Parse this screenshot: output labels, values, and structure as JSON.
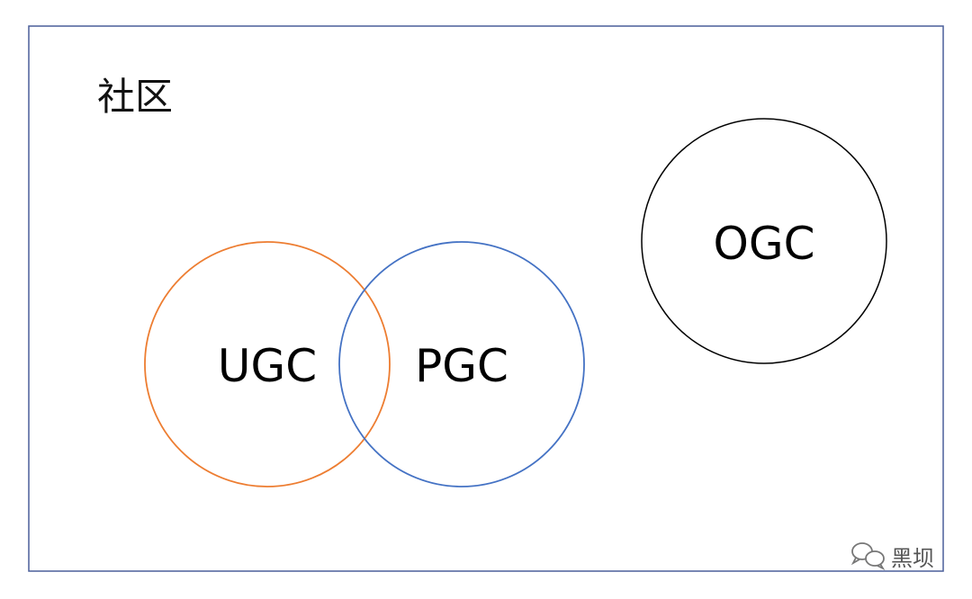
{
  "frame": {
    "label": "社区",
    "border_color": "#4a5f9a"
  },
  "circles": [
    {
      "key": "ugc",
      "label": "UGC",
      "color": "#ed7d31"
    },
    {
      "key": "pgc",
      "label": "PGC",
      "color": "#4472c4"
    },
    {
      "key": "ogc",
      "label": "OGC",
      "color": "#000000"
    }
  ],
  "watermark": {
    "text": "黑坝",
    "icon": "wechat-icon"
  }
}
